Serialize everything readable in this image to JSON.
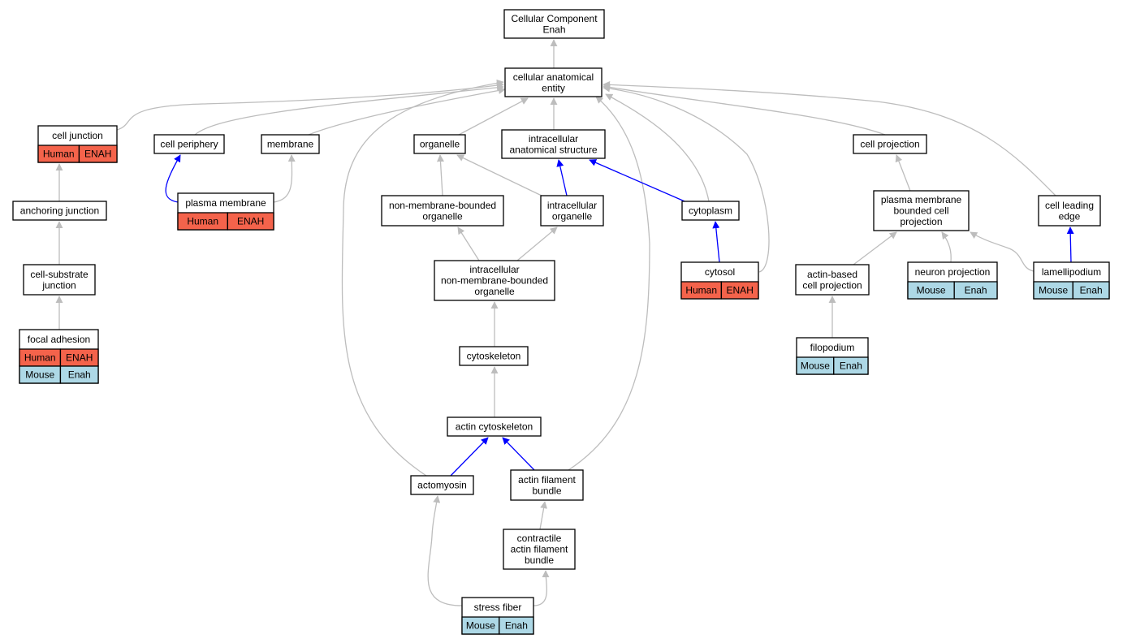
{
  "colors": {
    "human_bg": "#f4634b",
    "mouse_bg": "#add8e6",
    "edge_is_a": "#bdbdbd",
    "edge_part_of": "#0000ff"
  },
  "nodes": {
    "root": {
      "lines": [
        "Cellular Component",
        "Enah"
      ]
    },
    "cae": {
      "lines": [
        "cellular anatomical",
        "entity"
      ]
    },
    "cell_junction": {
      "lines": [
        "cell junction"
      ],
      "rows": [
        [
          "Human",
          "ENAH"
        ]
      ]
    },
    "cell_periphery": {
      "lines": [
        "cell periphery"
      ]
    },
    "membrane": {
      "lines": [
        "membrane"
      ]
    },
    "organelle": {
      "lines": [
        "organelle"
      ]
    },
    "ias": {
      "lines": [
        "intracellular",
        "anatomical structure"
      ]
    },
    "cell_projection": {
      "lines": [
        "cell projection"
      ]
    },
    "anchoring_junction": {
      "lines": [
        "anchoring junction"
      ]
    },
    "plasma_membrane": {
      "lines": [
        "plasma membrane"
      ],
      "rows": [
        [
          "Human",
          "ENAH"
        ]
      ]
    },
    "nmbo": {
      "lines": [
        "non-membrane-bounded",
        "organelle"
      ]
    },
    "intracellular_organelle": {
      "lines": [
        "intracellular",
        "organelle"
      ]
    },
    "cytoplasm": {
      "lines": [
        "cytoplasm"
      ]
    },
    "pmbcp": {
      "lines": [
        "plasma membrane",
        "bounded cell",
        "projection"
      ]
    },
    "cell_leading_edge": {
      "lines": [
        "cell leading",
        "edge"
      ]
    },
    "cell_substrate_junction": {
      "lines": [
        "cell-substrate",
        "junction"
      ]
    },
    "inmbo": {
      "lines": [
        "intracellular",
        "non-membrane-bounded",
        "organelle"
      ]
    },
    "cytosol": {
      "lines": [
        "cytosol"
      ],
      "rows": [
        [
          "Human",
          "ENAH"
        ]
      ]
    },
    "actin_based_cp": {
      "lines": [
        "actin-based",
        "cell projection"
      ]
    },
    "neuron_projection": {
      "lines": [
        "neuron projection"
      ],
      "rows": [
        [
          "Mouse",
          "Enah"
        ]
      ]
    },
    "lamellipodium": {
      "lines": [
        "lamellipodium"
      ],
      "rows": [
        [
          "Mouse",
          "Enah"
        ]
      ]
    },
    "focal_adhesion": {
      "lines": [
        "focal adhesion"
      ],
      "rows": [
        [
          "Human",
          "ENAH"
        ],
        [
          "Mouse",
          "Enah"
        ]
      ]
    },
    "cytoskeleton": {
      "lines": [
        "cytoskeleton"
      ]
    },
    "filopodium": {
      "lines": [
        "filopodium"
      ],
      "rows": [
        [
          "Mouse",
          "Enah"
        ]
      ]
    },
    "actin_cytoskeleton": {
      "lines": [
        "actin cytoskeleton"
      ]
    },
    "actomyosin": {
      "lines": [
        "actomyosin"
      ]
    },
    "afb": {
      "lines": [
        "actin filament",
        "bundle"
      ]
    },
    "cafb": {
      "lines": [
        "contractile",
        "actin filament",
        "bundle"
      ]
    },
    "stress_fiber": {
      "lines": [
        "stress fiber"
      ],
      "rows": [
        [
          "Mouse",
          "Enah"
        ]
      ]
    }
  },
  "edges": [
    {
      "from": "cae",
      "to": "root",
      "type": "is_a"
    },
    {
      "from": "cell_junction",
      "to": "cae",
      "type": "is_a"
    },
    {
      "from": "cell_periphery",
      "to": "cae",
      "type": "is_a"
    },
    {
      "from": "membrane",
      "to": "cae",
      "type": "is_a"
    },
    {
      "from": "organelle",
      "to": "cae",
      "type": "is_a"
    },
    {
      "from": "ias",
      "to": "cae",
      "type": "is_a"
    },
    {
      "from": "cell_projection",
      "to": "cae",
      "type": "is_a"
    },
    {
      "from": "cell_leading_edge",
      "to": "cae",
      "type": "is_a"
    },
    {
      "from": "cytoplasm",
      "to": "cae",
      "type": "is_a"
    },
    {
      "from": "cytosol",
      "to": "cae",
      "type": "is_a"
    },
    {
      "from": "actomyosin",
      "to": "cae",
      "type": "is_a"
    },
    {
      "from": "afb",
      "to": "cae",
      "type": "is_a"
    },
    {
      "from": "anchoring_junction",
      "to": "cell_junction",
      "type": "is_a"
    },
    {
      "from": "cell_substrate_junction",
      "to": "anchoring_junction",
      "type": "is_a"
    },
    {
      "from": "focal_adhesion",
      "to": "cell_substrate_junction",
      "type": "is_a"
    },
    {
      "from": "plasma_membrane",
      "to": "cell_periphery",
      "type": "part_of"
    },
    {
      "from": "plasma_membrane",
      "to": "membrane",
      "type": "is_a"
    },
    {
      "from": "nmbo",
      "to": "organelle",
      "type": "is_a"
    },
    {
      "from": "intracellular_organelle",
      "to": "organelle",
      "type": "is_a"
    },
    {
      "from": "intracellular_organelle",
      "to": "ias",
      "type": "part_of"
    },
    {
      "from": "cytoplasm",
      "to": "ias",
      "type": "part_of"
    },
    {
      "from": "inmbo",
      "to": "nmbo",
      "type": "is_a"
    },
    {
      "from": "inmbo",
      "to": "intracellular_organelle",
      "type": "is_a"
    },
    {
      "from": "cytosol",
      "to": "cytoplasm",
      "type": "part_of"
    },
    {
      "from": "pmbcp",
      "to": "cell_projection",
      "type": "is_a"
    },
    {
      "from": "actin_based_cp",
      "to": "pmbcp",
      "type": "is_a"
    },
    {
      "from": "neuron_projection",
      "to": "pmbcp",
      "type": "is_a"
    },
    {
      "from": "lamellipodium",
      "to": "pmbcp",
      "type": "is_a"
    },
    {
      "from": "lamellipodium",
      "to": "cell_leading_edge",
      "type": "part_of"
    },
    {
      "from": "filopodium",
      "to": "actin_based_cp",
      "type": "is_a"
    },
    {
      "from": "cytoskeleton",
      "to": "inmbo",
      "type": "is_a"
    },
    {
      "from": "actin_cytoskeleton",
      "to": "cytoskeleton",
      "type": "is_a"
    },
    {
      "from": "actomyosin",
      "to": "actin_cytoskeleton",
      "type": "part_of"
    },
    {
      "from": "afb",
      "to": "actin_cytoskeleton",
      "type": "part_of"
    },
    {
      "from": "cafb",
      "to": "afb",
      "type": "is_a"
    },
    {
      "from": "stress_fiber",
      "to": "actomyosin",
      "type": "is_a"
    },
    {
      "from": "stress_fiber",
      "to": "cafb",
      "type": "is_a"
    }
  ]
}
